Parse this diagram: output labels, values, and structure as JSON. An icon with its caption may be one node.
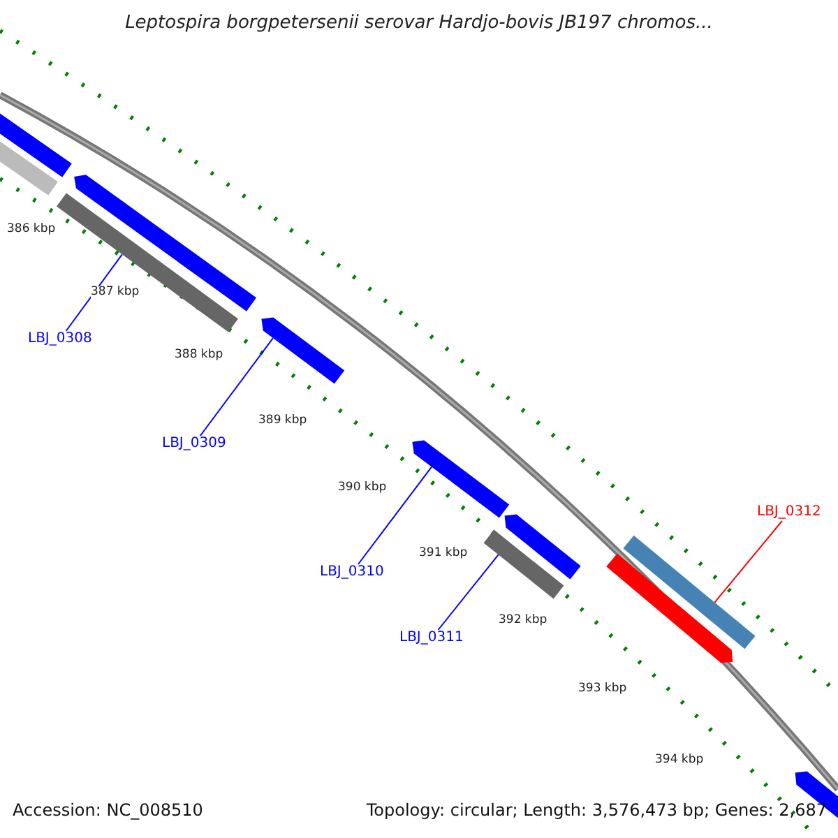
{
  "diagram": {
    "title": "Leptospira borgpetersenii serovar Hardjo-bovis JB197 chromos...",
    "nodes": [
      {
        "text": [],
        "shape": "bar"
      },
      {
        "text": [],
        "shape": "bar"
      },
      {
        "text": [],
        "shape": "bar"
      },
      {
        "text": [
          "LBJ_0308"
        ]
      },
      {
        "text": [],
        "shape": "bar"
      },
      {
        "text": [
          "LBJ_0309"
        ]
      },
      {
        "text": [],
        "shape": "bar"
      },
      {
        "text": [
          "LBJ_0310"
        ]
      },
      {
        "text": [],
        "shape": "bar"
      },
      {
        "text": [],
        "shape": "bar"
      },
      {
        "text": [
          "LBJ_0311"
        ]
      },
      {
        "text": [],
        "shape": "bar"
      },
      {
        "text": [
          "LBJ_0312"
        ]
      },
      {
        "text": [],
        "shape": "bar"
      },
      {
        "text": [],
        "shape": "bar"
      },
      {
        "text": [],
        "shape": "bar"
      }
    ],
    "edges": [
      {
        "from": 3,
        "to": 4,
        "arrow": "none"
      },
      {
        "from": 5,
        "to": 6,
        "arrow": "none"
      },
      {
        "from": 7,
        "to": 8,
        "arrow": "none"
      },
      {
        "from": 10,
        "to": 11,
        "arrow": "none"
      },
      {
        "from": 12,
        "to": 13,
        "arrow": "none",
        "color": "#ff0000"
      }
    ],
    "labels": [
      "386 kbp",
      "387 kbp",
      "388 kbp",
      "389 kbp",
      "390 kbp",
      "391 kbp",
      "392 kbp",
      "393 kbp",
      "394 kbp",
      "Accession: NC_008510",
      "Topology: circular; Length: 3,576,473 bp; Genes: 2,687"
    ]
  }
}
